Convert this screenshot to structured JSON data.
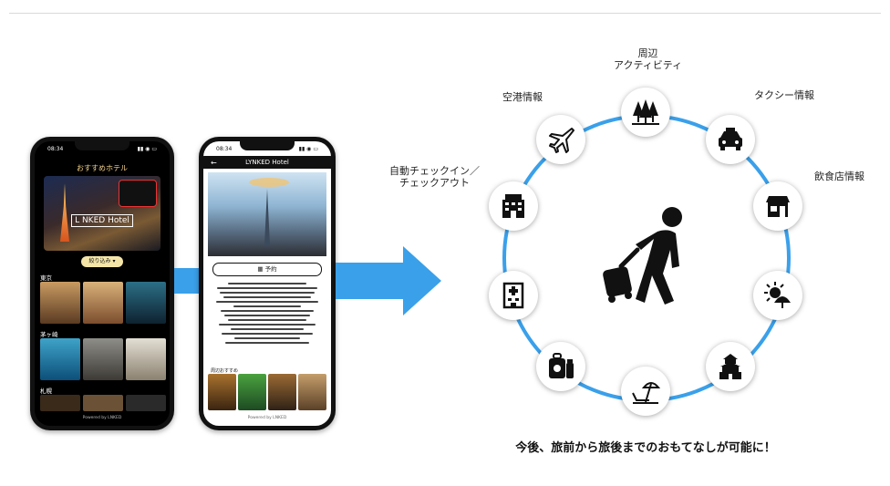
{
  "phone1": {
    "time": "08:34",
    "title": "おすすめホテル",
    "hero_label": "L NKED Hotel",
    "filter_button": "絞り込み ▾",
    "categories": [
      "東京",
      "茅ヶ崎",
      "札幌"
    ],
    "powered": "Powered by LNKED"
  },
  "phone2": {
    "time": "08:34",
    "header": "LYNKED Hotel",
    "reserve_button": "予約",
    "nearby": "周辺おすすめ",
    "powered": "Powered by LNKED"
  },
  "diagram": {
    "labels": {
      "activities": "周辺\nアクティビティ",
      "taxi": "タクシー情報",
      "restaurant": "飲食店情報",
      "airport": "空港情報",
      "checkin": "自動チェックイン／\nチェックアウト"
    },
    "icons": [
      "trees-icon",
      "taxi-icon",
      "restaurant-icon",
      "weather-icon",
      "castle-icon",
      "beach-icon",
      "luggage-icon",
      "hospital-icon",
      "hotel-icon",
      "airplane-icon"
    ],
    "ring_color": "#3aa0ea",
    "arrow_color": "#3aa0ea"
  },
  "caption": "今後、旅前から旅後までのおもてなしが可能に！"
}
